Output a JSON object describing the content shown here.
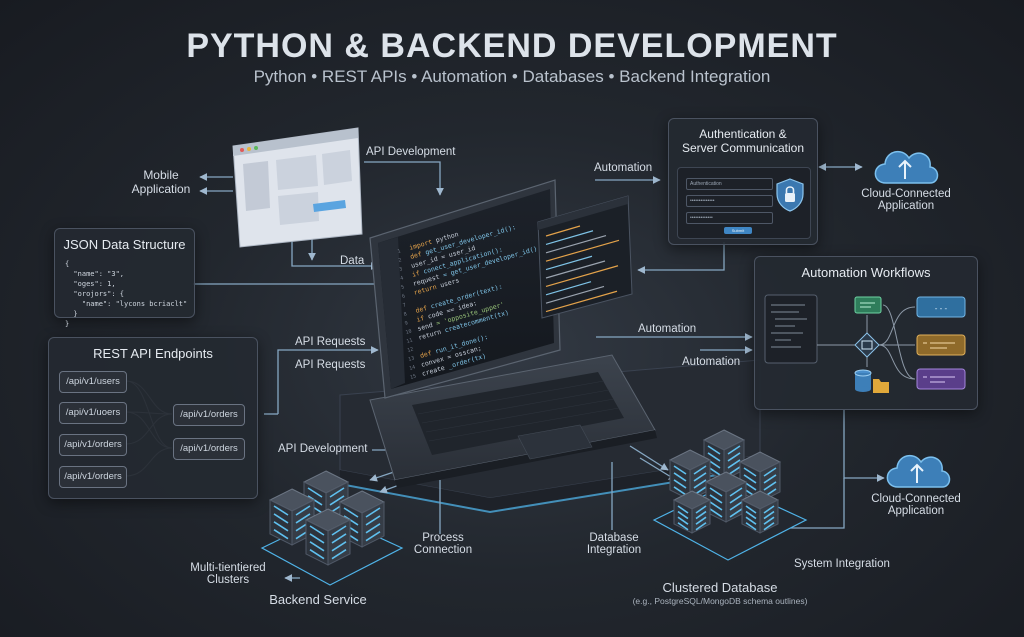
{
  "header": {
    "title": "PYTHON & BACKEND DEVELOPMENT",
    "subtitle": "Python • REST APIs • Automation • Databases • Backend Integration"
  },
  "labels": {
    "mobile_application": "Mobile\nApplication",
    "api_development_top": "API Development",
    "automation_top": "Automation",
    "data": "Data",
    "api_requests_1": "API Requests",
    "api_requests_2": "API Requests",
    "automation_mid": "Automation",
    "automation_mid2": "Automation",
    "api_development_bottom": "API Development",
    "process_connection": "Process\nConnection",
    "database_integration": "Database\nIntegration",
    "system_integration": "System Integration",
    "multi_tiered_clusters": "Multi-tientiered\nClusters",
    "backend_service": "Backend Service",
    "clustered_database": "Clustered Database",
    "clustered_database_note": "(e.g., PostgreSQL/MongoDB schema outlines)",
    "cloud_top": "Cloud-Connected\nApplication",
    "cloud_bottom": "Cloud-Connected\nApplication"
  },
  "auth_panel": {
    "title": "Authentication &\nServer Communication",
    "field_1": "Authentication",
    "field_2": "••••••••••••••",
    "field_3": "•••••••••••••",
    "button": "Submit"
  },
  "json_panel": {
    "title": "JSON Data Structure",
    "lines": [
      "{",
      "  \"name\": \"3\",",
      "  \"oges\": 1,",
      "  \"orojors\": {",
      "    \"name\": \"lycons bcriaclt\"",
      "  }",
      "}"
    ]
  },
  "rest_panel": {
    "title": "REST API Endpoints",
    "left_endpoints": [
      "/api/v1/users",
      "/api/v1/uoers",
      "/api/v1/orders",
      "/api/v1/orders"
    ],
    "right_endpoints": [
      "/api/v1/orders",
      "/api/v1/orders"
    ]
  },
  "automation_panel": {
    "title": "Automation Workflows",
    "node_top": "- - -"
  },
  "code": {
    "lines": [
      [
        "kw",
        "import",
        "tx",
        " python"
      ],
      [
        "kw",
        "def",
        "fn",
        " get_user_developer_id():"
      ],
      [
        "tx",
        "    user_id",
        "tx",
        " = user_id"
      ],
      [
        "kw",
        "    if",
        "fn",
        " conect_application():"
      ],
      [
        "tx",
        "        request",
        "fn",
        " = get_user_developer_id()"
      ],
      [
        "kw",
        "        return",
        "tx",
        " users"
      ],
      [
        "tx",
        "",
        "tx",
        ""
      ],
      [
        "kw",
        "def",
        "fn",
        " create_order(text):"
      ],
      [
        "kw",
        "    if",
        "tx",
        " code == idea:"
      ],
      [
        "tx",
        "        send",
        "st",
        " = 'opposite_upper'"
      ],
      [
        "tx",
        "        return",
        "fn",
        " createcomment(tx)"
      ],
      [
        "tx",
        "",
        "tx",
        ""
      ],
      [
        "kw",
        "def",
        "fn",
        " run_it_done():"
      ],
      [
        "tx",
        "        convex",
        "tx",
        " = osscan;"
      ],
      [
        "tx",
        "        create",
        "fn",
        " _order(tx)"
      ]
    ]
  },
  "colors": {
    "background": "#22272e",
    "accent_blue": "#5fb4e6",
    "panel_border": "#4a5260",
    "cloud": "#5aa0d8",
    "node_green": "#3f9a6a",
    "node_blue": "#3d7fb4",
    "node_orange": "#c88a34",
    "node_purple": "#7a57b8",
    "shield": "#4f8fc7"
  },
  "icons": {
    "cloud": "cloud-upload-icon",
    "shield": "shield-lock-icon",
    "database": "database-icon",
    "folder": "folder-icon",
    "decision": "decision-diamond-icon",
    "server": "server-rack-icon"
  }
}
